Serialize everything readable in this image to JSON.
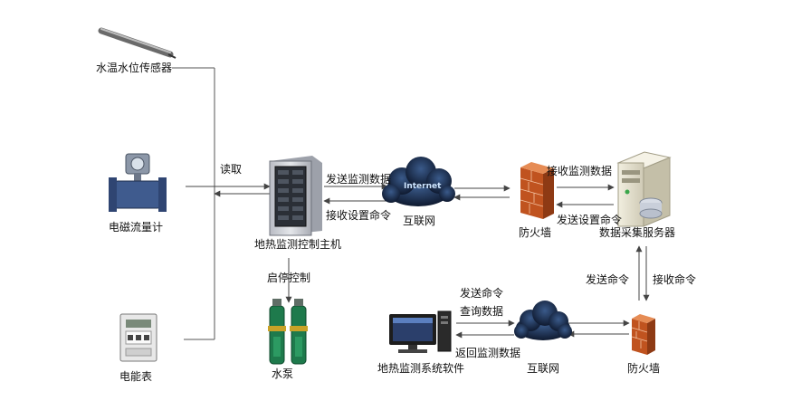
{
  "nodes": {
    "sensor": "水温水位传感器",
    "flowmeter": "电磁流量计",
    "meter": "电能表",
    "host": "地热监测控制主机",
    "pump": "水泵",
    "internet1": "互联网",
    "firewall1": "防火墙",
    "server": "数据采集服务器",
    "software": "地热监测系统软件",
    "internet2": "互联网",
    "firewall2": "防火墙"
  },
  "cloud_text": "Internet",
  "edges": {
    "read": "读取",
    "send_data": "发送监测数据",
    "recv_set_cmd": "接收设置命令",
    "recv_data": "接收监测数据",
    "send_set_cmd": "发送设置命令",
    "start_stop": "启停控制",
    "send_cmd_right": "发送命令",
    "recv_cmd": "接收命令",
    "send_cmd_bottom": "发送命令",
    "query_data": "查询数据",
    "return_data": "返回监测数据"
  },
  "colors": {
    "line": "#555555",
    "cabinet": "#c9ccd2",
    "cloud": "#1b2a4a",
    "firewall": "#d86a2a",
    "server": "#e6e2d2",
    "pump": "#1e7a4c",
    "monitor": "#2b3f6b"
  }
}
